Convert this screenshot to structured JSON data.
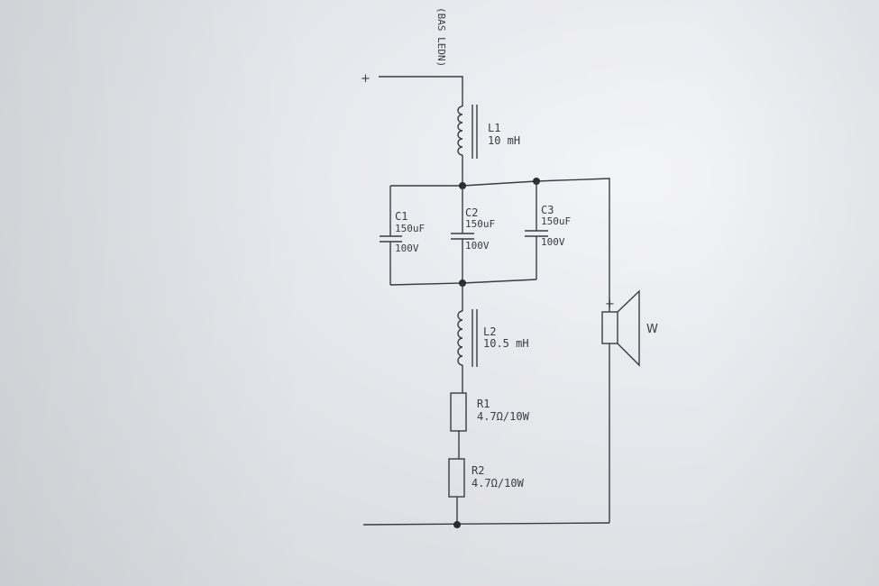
{
  "header_note": "(BAS LEDN)",
  "input": {
    "plus": "+"
  },
  "L1": {
    "name": "L1",
    "value": "10 mH"
  },
  "C1": {
    "name": "C1",
    "value": "150uF",
    "voltage": "100V"
  },
  "C2": {
    "name": "C2",
    "value": "150uF",
    "voltage": "100V"
  },
  "C3": {
    "name": "C3",
    "value": "150uF",
    "voltage": "100V"
  },
  "L2": {
    "name": "L2",
    "value": "10.5 mH"
  },
  "R1": {
    "name": "R1",
    "value": "4.7Ω/10W"
  },
  "R2": {
    "name": "R2",
    "value": "4.7Ω/10W"
  },
  "speaker": {
    "plus": "+",
    "label": "W"
  }
}
